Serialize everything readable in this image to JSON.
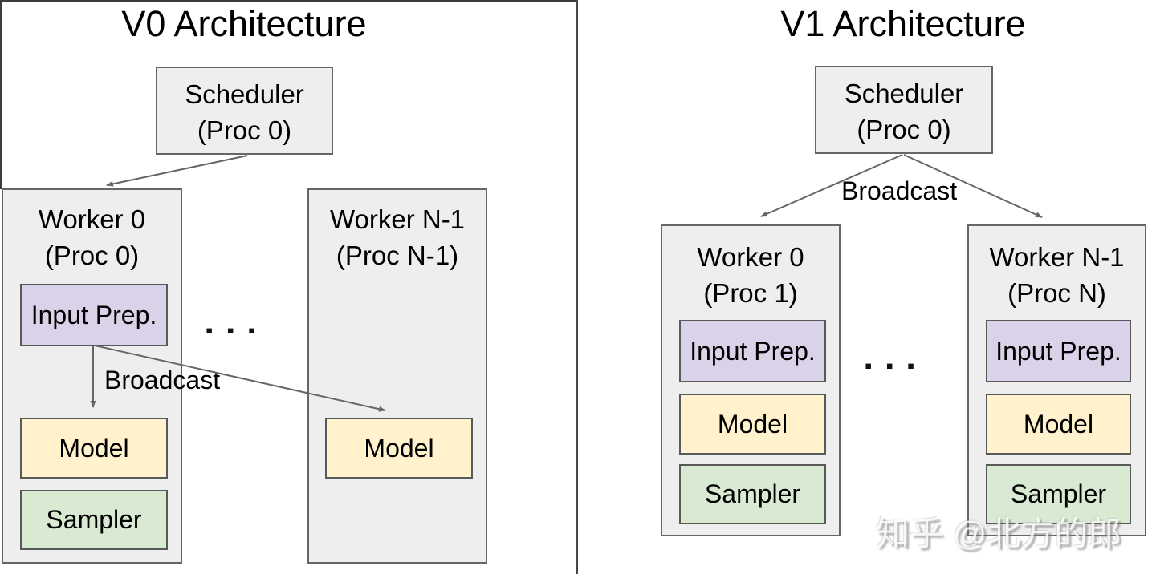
{
  "v0": {
    "title": "V0 Architecture",
    "scheduler": {
      "name": "Scheduler",
      "proc": "(Proc 0)"
    },
    "broadcast_label": "Broadcast",
    "worker0": {
      "name": "Worker 0",
      "proc": "(Proc 0)",
      "input_prep": "Input Prep.",
      "model": "Model",
      "sampler": "Sampler"
    },
    "workerN": {
      "name": "Worker N-1",
      "proc": "(Proc N-1)",
      "model": "Model"
    },
    "ellipsis": "▪ ▪ ▪"
  },
  "v1": {
    "title": "V1 Architecture",
    "scheduler": {
      "name": "Scheduler",
      "proc": "(Proc 0)"
    },
    "broadcast_label": "Broadcast",
    "worker0": {
      "name": "Worker 0",
      "proc": "(Proc 1)",
      "input_prep": "Input Prep.",
      "model": "Model",
      "sampler": "Sampler"
    },
    "workerN": {
      "name": "Worker N-1",
      "proc": "(Proc N)",
      "input_prep": "Input Prep.",
      "model": "Model",
      "sampler": "Sampler"
    },
    "ellipsis": "▪ ▪ ▪"
  },
  "watermark": "知乎 @北方的郎",
  "colors": {
    "container_fill": "#eeeeee",
    "container_border": "#666666",
    "component_border": "#595959",
    "input_prep_fill": "#d9d2e9",
    "model_fill": "#fff2cc",
    "sampler_fill": "#d9ead3",
    "arrow": "#666666",
    "divider": "#474747",
    "text": "#000000"
  }
}
